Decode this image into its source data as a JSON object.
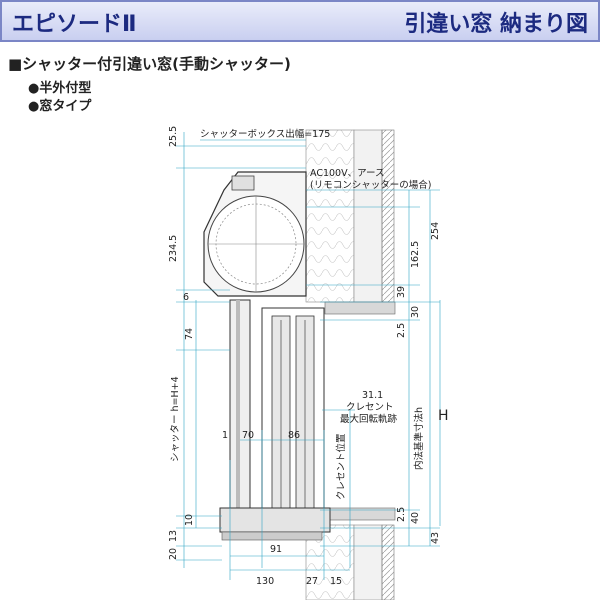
{
  "header": {
    "series": "エピソードⅡ",
    "title": "引違い窓 納まり図"
  },
  "section_title": "■シャッター付引違い窓(手動シャッター)",
  "bullets": [
    "●半外付型",
    "●窓タイプ"
  ],
  "dims": {
    "top_left": "25.5",
    "box_width": "シャッターボックス出幅=175",
    "left_big": "234.5",
    "d6": "6",
    "d74": "74",
    "shutter_h": "シャッター h=H+4",
    "d1": "1",
    "d70": "70",
    "d86": "86",
    "d10": "10",
    "d13": "13",
    "d20": "20",
    "d91": "91",
    "d130": "130",
    "d27": "27",
    "d15": "15",
    "d254": "254",
    "d162_5": "162.5",
    "d39": "39",
    "d30": "30",
    "d2_5_top": "2.5",
    "d31_1": "31.1",
    "H": "H",
    "inner_h": "内法基準寸法h",
    "d2_5_bot": "2.5",
    "d40": "40",
    "d43": "43"
  },
  "notes": {
    "ac_line1": "AC100V、アース",
    "ac_line2": "(リモコンシャッターの場合)",
    "crescent1": "クレセント",
    "crescent2": "最大回転軌跡",
    "crescent_pos": "クレセント位置"
  }
}
